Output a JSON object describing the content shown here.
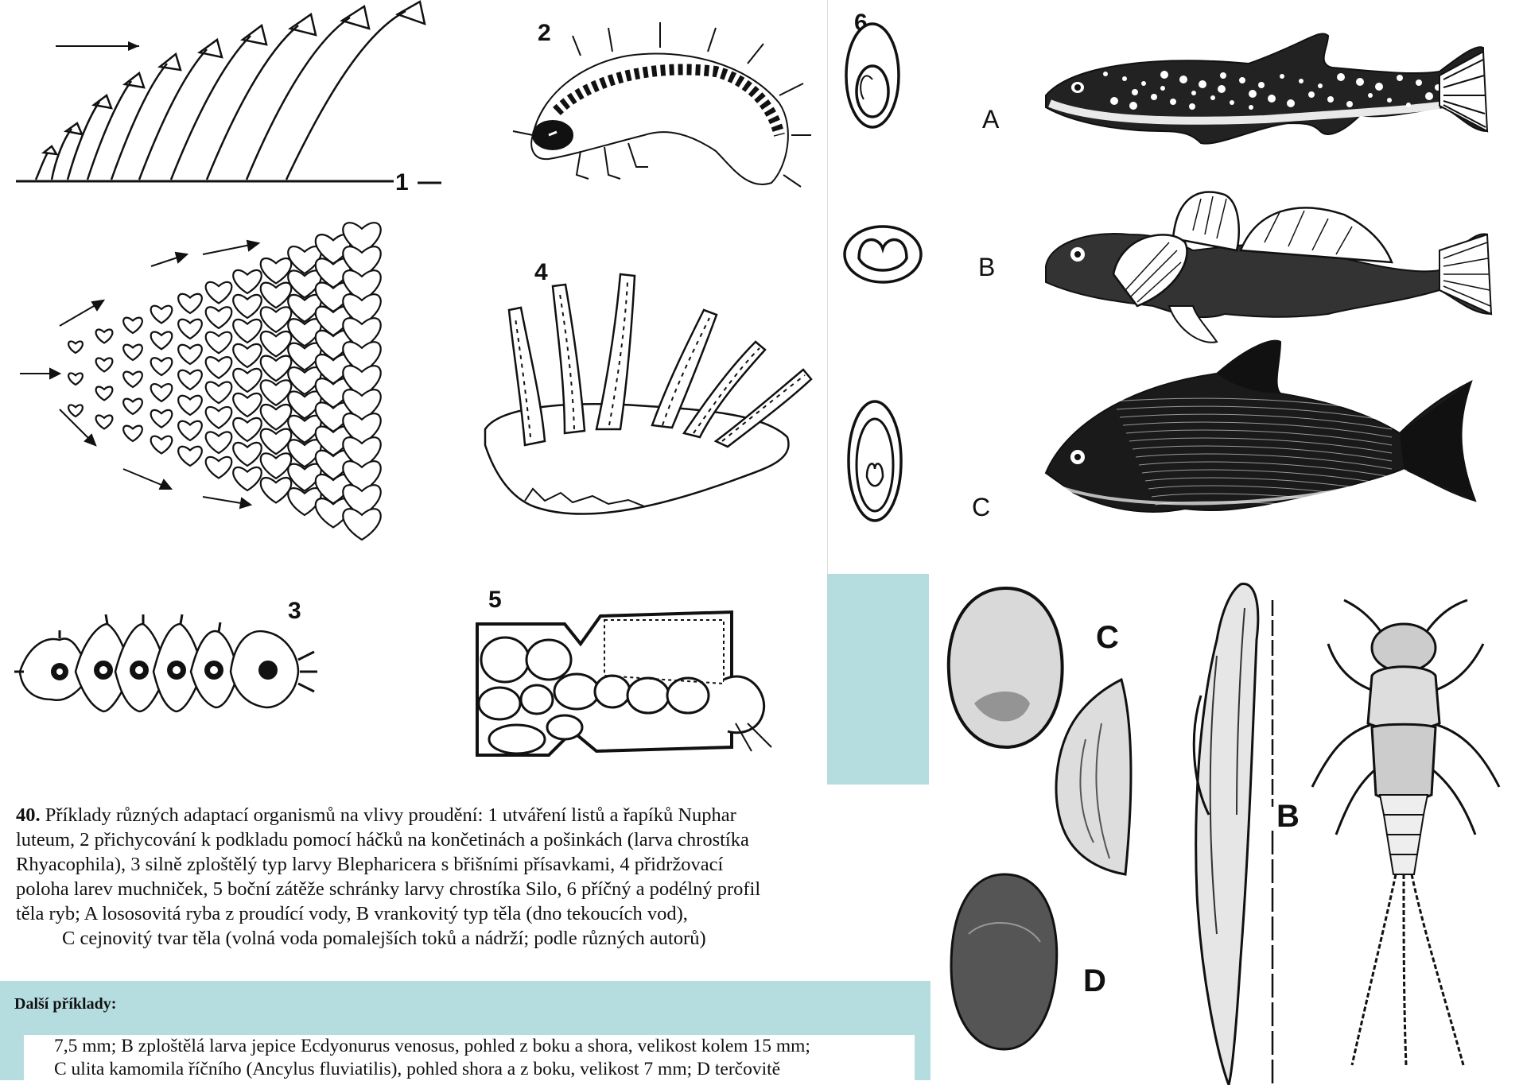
{
  "figure": {
    "labels": {
      "p1": "1",
      "p2": "2",
      "p3": "3",
      "p4": "4",
      "p5": "5",
      "p6": "6",
      "fishA": "A",
      "fishB": "B",
      "fishC": "C",
      "insectB": "B",
      "insectC": "C",
      "insectD": "D"
    },
    "caption": {
      "number": "40.",
      "lines": [
        "Příklady různých adaptací organismů na vlivy proudění: 1 utváření listů a řapíků Nuphar",
        "luteum, 2 přichycování k podkladu pomocí háčků na končetinách a pošinkách (larva chrostíka",
        "Rhyacophila), 3 silně zploštělý typ larvy Blepharicera s břišními přísavkami, 4 přidržovací",
        "poloha larev muchniček, 5 boční zátěže schránky larvy chrostíka Silo, 6 příčný a podélný profil",
        "těla ryb; A lososovitá ryba z proudící vody, B vrankovitý typ těla (dno tekoucích vod),",
        "C cejnovitý tvar těla (volná voda pomalejších toků a nádrží; podle různých autorů)"
      ]
    }
  },
  "further": {
    "title": "Další příklady:",
    "lines": [
      "7,5 mm; B zploštělá larva jepice Ecdyonurus venosus, pohled z boku a shora, velikost kolem 15 mm;",
      "C ulita kamomila říčního (Ancylus fluviatilis), pohled shora a z boku, velikost 7 mm; D terčovitě"
    ]
  },
  "colors": {
    "teal": "#b5dde0",
    "ink": "#111111"
  }
}
